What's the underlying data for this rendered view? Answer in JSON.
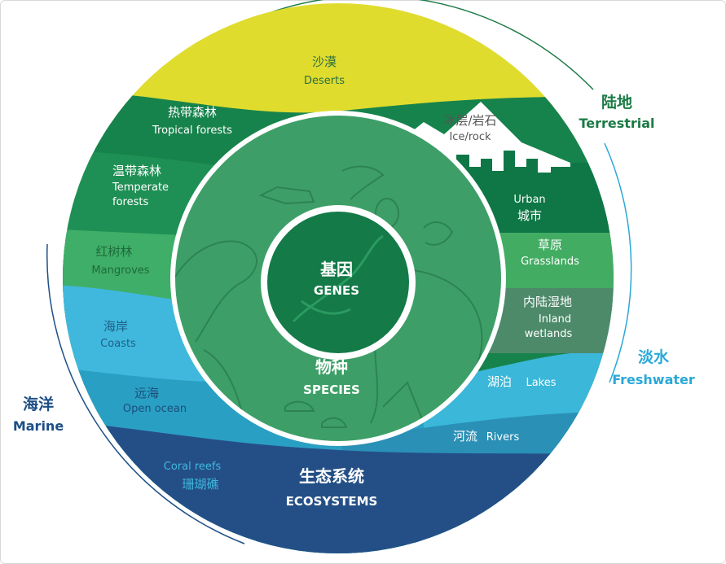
{
  "colors": {
    "desert": "#dfdc2e",
    "forest_dark": "#13804a",
    "forest_mid": "#1f8f55",
    "mangrove": "#3fae68",
    "coast": "#40b8de",
    "open_ocean": "#2a9fc4",
    "coral": "#244f86",
    "urban": "#0f7746",
    "grassland": "#42ac62",
    "inland": "#4d8a6a",
    "lakes": "#3ab7d9",
    "rivers": "#2a90b6",
    "species_ring": "#3d9f67",
    "genes": "#137a48",
    "terrestrial_text": "#1b7a45",
    "freshwater_text": "#2aa8d8",
    "marine_text": "#1c4f86"
  },
  "center": {
    "genes_zh": "基因",
    "genes_en": "GENES"
  },
  "species": {
    "zh": "物种",
    "en": "SPECIES"
  },
  "ecosystems": {
    "zh": "生态系统",
    "en": "ECOSYSTEMS"
  },
  "bands": {
    "deserts": {
      "zh": "沙漠",
      "en": "Deserts"
    },
    "tropical": {
      "zh": "热带森林",
      "en": "Tropical forests"
    },
    "temperate": {
      "zh": "温带森林",
      "en1": "Temperate",
      "en2": "forests"
    },
    "mangroves": {
      "zh": "红树林",
      "en": "Mangroves"
    },
    "coasts": {
      "zh": "海岸",
      "en": "Coasts"
    },
    "open_ocean": {
      "zh": "远海",
      "en": "Open ocean"
    },
    "coral": {
      "en": "Coral reefs",
      "zh": "珊瑚礁"
    },
    "ice": {
      "zh": "冰层/岩石",
      "en": "Ice/rock"
    },
    "urban": {
      "en": "Urban",
      "zh": "城市"
    },
    "grasslands": {
      "zh": "草原",
      "en": "Grasslands"
    },
    "inland": {
      "zh": "内陆湿地",
      "en1": "Inland",
      "en2": "wetlands"
    },
    "lakes": {
      "zh": "湖泊",
      "en": "Lakes"
    },
    "rivers": {
      "zh": "河流",
      "en": "Rivers"
    }
  },
  "realms": {
    "terrestrial": {
      "zh": "陆地",
      "en": "Terrestrial"
    },
    "freshwater": {
      "zh": "淡水",
      "en": "Freshwater"
    },
    "marine": {
      "zh": "海洋",
      "en": "Marine"
    }
  }
}
